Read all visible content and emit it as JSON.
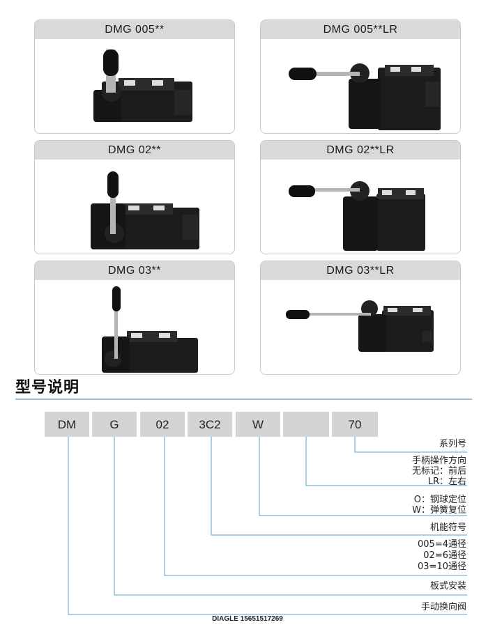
{
  "products": [
    {
      "title": "DMG 005**"
    },
    {
      "title": "DMG 005**LR"
    },
    {
      "title": "DMG 02**"
    },
    {
      "title": "DMG 02**LR"
    },
    {
      "title": "DMG 03**"
    },
    {
      "title": "DMG 03**LR"
    }
  ],
  "model": {
    "title": "型号说明",
    "codes": [
      "DM",
      "G",
      "02",
      "3C2",
      "W",
      "",
      "70"
    ],
    "descriptions": {
      "series": "系列号",
      "handle_1": "手柄操作方向",
      "handle_2": "无标记：前后",
      "handle_3": "LR：左右",
      "detent_1": "O：钢球定位",
      "detent_2": "W：弹簧复位",
      "symbol": "机能符号",
      "size_1": "005=4通径",
      "size_2": "02=6通径",
      "size_3": "03=10通径",
      "mount": "板式安装",
      "manual": "手动换向阀"
    }
  },
  "footer": "DIAGLE 15651517269",
  "colors": {
    "header_bg": "#d9d9d9",
    "code_bg": "#d4d4d4",
    "rule": "#9ac1d8",
    "line": "#5aa0c4"
  }
}
